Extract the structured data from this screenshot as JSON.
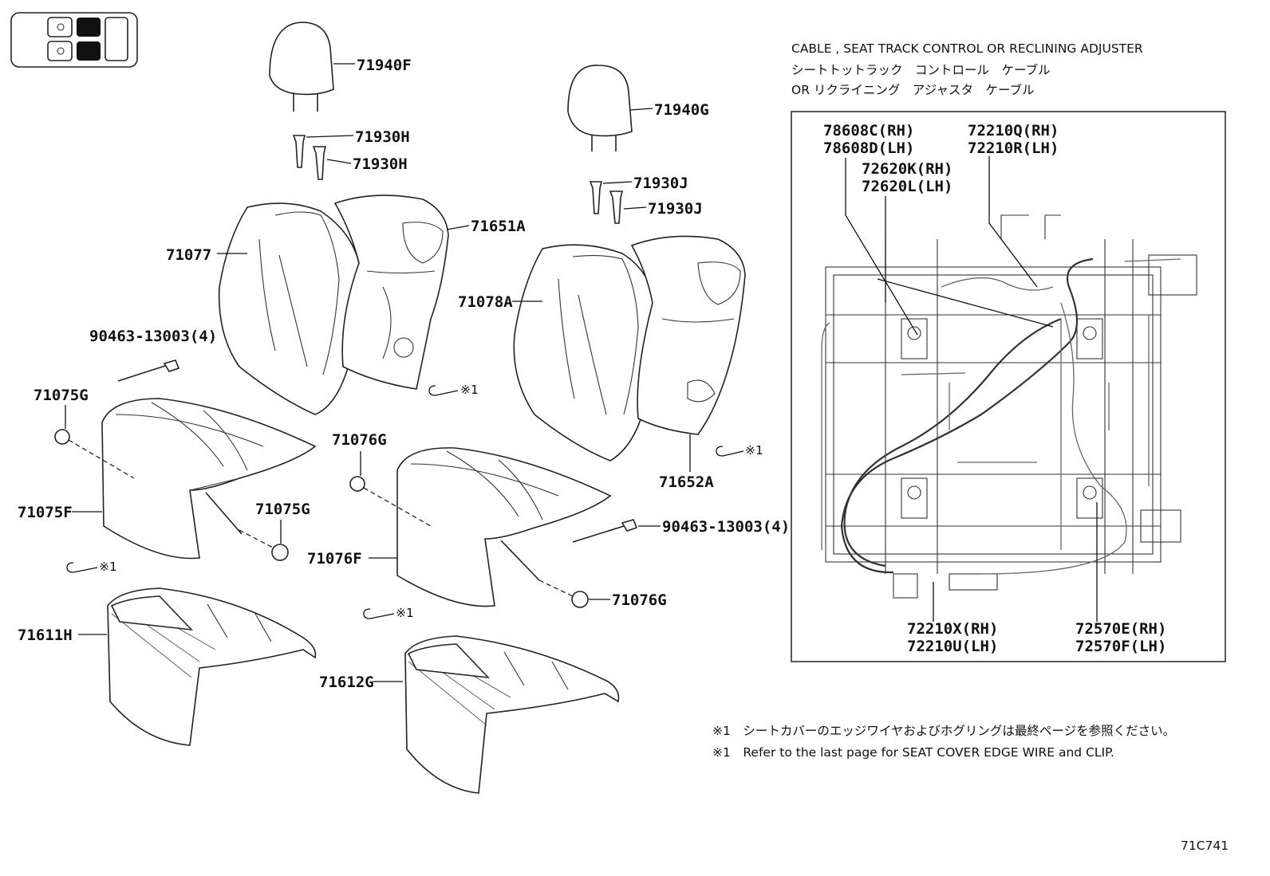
{
  "diagram_code": "71C741",
  "inset": {
    "title_en": "CABLE , SEAT TRACK CONTROL OR RECLINING ADJUSTER",
    "title_jp_1": "シートトットラック　コントロール　ケーブル",
    "title_jp_2": "OR リクライニング　アジャスタ　ケーブル",
    "labels": {
      "c78608c": "78608C(RH)",
      "c78608d": "78608D(LH)",
      "c72210q": "72210Q(RH)",
      "c72210r": "72210R(LH)",
      "c72620k": "72620K(RH)",
      "c72620l": "72620L(LH)",
      "c72210x": "72210X(RH)",
      "c72210u": "72210U(LH)",
      "c72570e": "72570E(RH)",
      "c72570f": "72570F(LH)"
    }
  },
  "parts": {
    "p71940f": "71940F",
    "p71930h_a": "71930H",
    "p71930h_b": "71930H",
    "p71940g": "71940G",
    "p71930j_a": "71930J",
    "p71930j_b": "71930J",
    "p71651a": "71651A",
    "p71077": "71077",
    "p71078a": "71078A",
    "p90463_a": "90463-13003(4)",
    "p71075g_a": "71075G",
    "p71075f": "71075F",
    "p71075g_b": "71075G",
    "p71076g_a": "71076G",
    "p71076f": "71076F",
    "p71652a": "71652A",
    "p90463_b": "90463-13003(4)",
    "p71076g_b": "71076G",
    "p71611h": "71611H",
    "p71612g": "71612G"
  },
  "ref_marks": {
    "r1": "※1",
    "r2": "※1",
    "r3": "※1",
    "r4": "※1"
  },
  "notes": {
    "jp": "※1　シートカバーのエッジワイヤおよびホグリングは最終ページを参照ください。",
    "en": "※1　Refer to the last page for SEAT COVER EDGE WIRE and CLIP."
  }
}
